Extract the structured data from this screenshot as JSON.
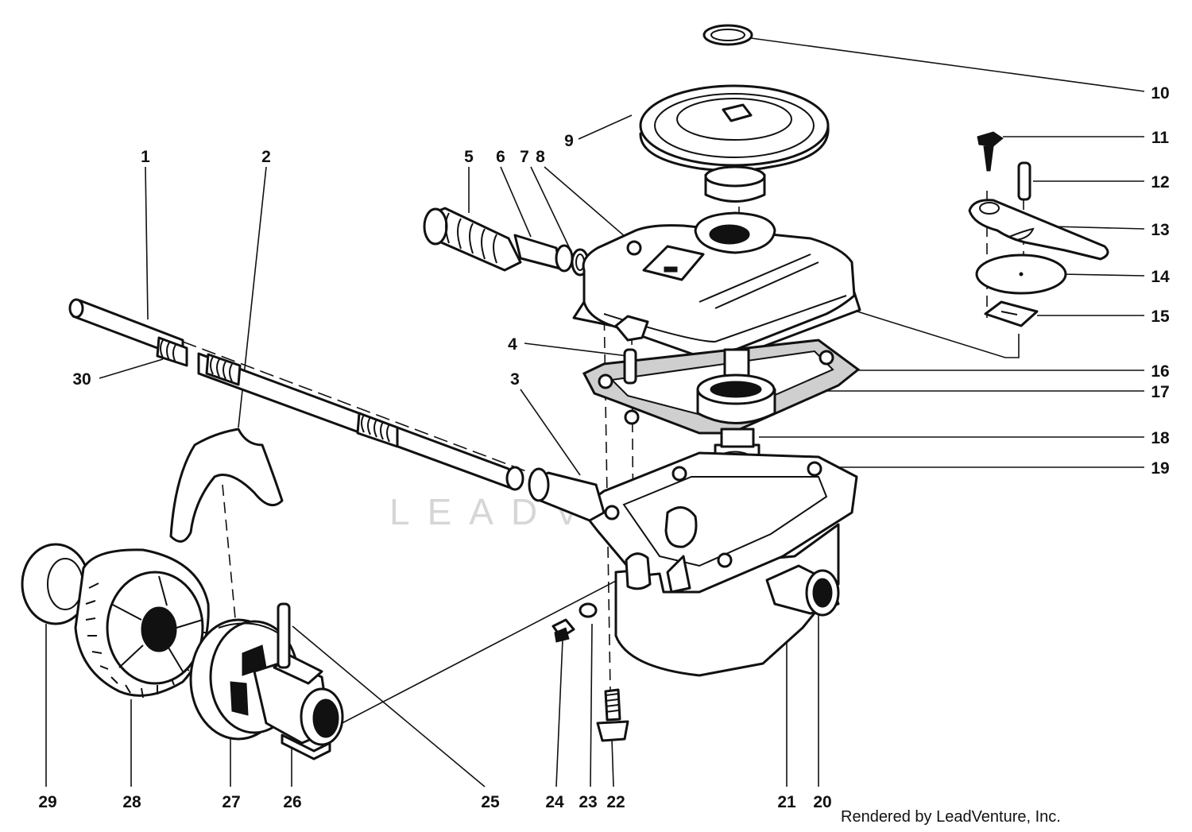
{
  "watermark": "LEADVENTURE",
  "credit": "Rendered by LeadVenture, Inc.",
  "callouts": [
    "1",
    "2",
    "3",
    "4",
    "5",
    "6",
    "7",
    "8",
    "9",
    "10",
    "11",
    "12",
    "13",
    "14",
    "15",
    "16",
    "17",
    "18",
    "19",
    "20",
    "21",
    "22",
    "23",
    "24",
    "25",
    "26",
    "27",
    "28",
    "29",
    "30"
  ]
}
